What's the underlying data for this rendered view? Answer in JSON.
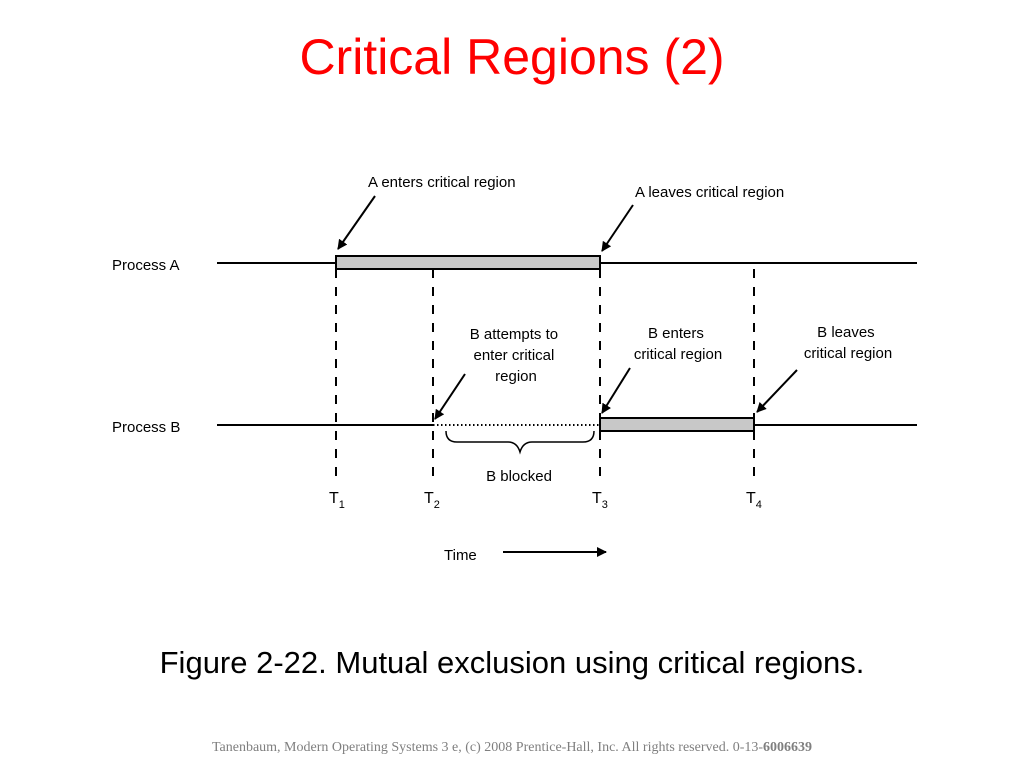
{
  "slide": {
    "title": "Critical Regions (2)",
    "caption": "Figure 2-22. Mutual exclusion using critical regions.",
    "footer": {
      "text": "Tanenbaum, Modern Operating Systems 3 e, (c) 2008 Prentice-Hall, Inc. All rights reserved. 0-13-",
      "isbn_bold": "6006639"
    }
  },
  "colors": {
    "title": "#ff0000",
    "critical_region_bar": "#c8c8c8",
    "line": "#000000",
    "footer": "#7f7f7f"
  },
  "diagram": {
    "process_a_label": "Process A",
    "process_b_label": "Process B",
    "time_label": "Time",
    "blocked_label": "B blocked",
    "ticks": [
      {
        "base": "T",
        "sub": "1"
      },
      {
        "base": "T",
        "sub": "2"
      },
      {
        "base": "T",
        "sub": "3"
      },
      {
        "base": "T",
        "sub": "4"
      }
    ],
    "annotations": {
      "a_enters": [
        "A enters critical region"
      ],
      "a_leaves": [
        "A leaves critical region"
      ],
      "b_attempts": [
        "B attempts to",
        "enter critical",
        "region"
      ],
      "b_enters": [
        "B enters",
        "critical region"
      ],
      "b_leaves": [
        "B leaves",
        "critical region"
      ]
    }
  }
}
